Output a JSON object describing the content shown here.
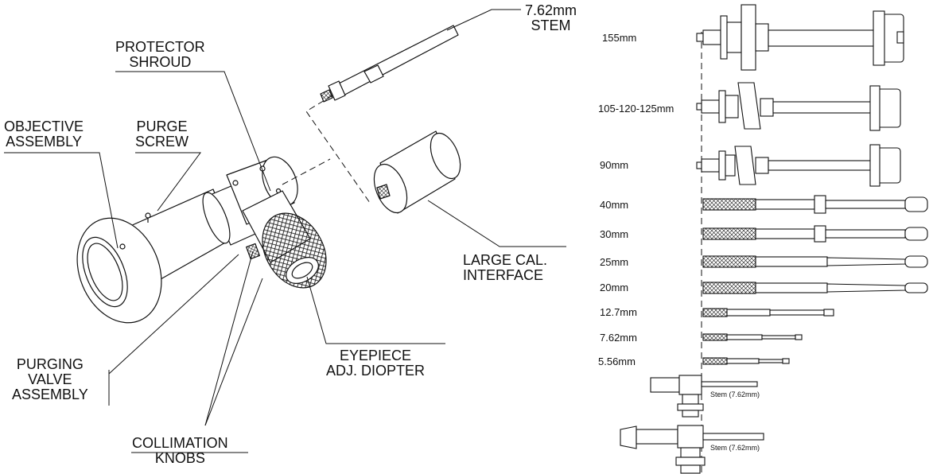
{
  "labels": {
    "stem": [
      "7.62mm",
      "STEM"
    ],
    "protector_shroud": [
      "PROTECTOR",
      "SHROUD"
    ],
    "objective_assembly": [
      "OBJECTIVE",
      "ASSEMBLY"
    ],
    "purge_screw": [
      "PURGE",
      "SCREW"
    ],
    "large_cal_interface": [
      "LARGE CAL.",
      "INTERFACE"
    ],
    "purging_valve_assembly": [
      "PURGING",
      "VALVE",
      "ASSEMBLY"
    ],
    "eyepiece_adj_diopter": [
      "EYEPIECE",
      "ADJ. DIOPTER"
    ],
    "collimation_knobs": [
      "COLLIMATION",
      "KNOBS"
    ]
  },
  "sizes": [
    "155mm",
    "105-120-125mm",
    "90mm",
    "40mm",
    "30mm",
    "25mm",
    "20mm",
    "12.7mm",
    "7.62mm",
    "5.56mm"
  ],
  "stem_notes": [
    "Stem (7.62mm)",
    "Stem (7.62mm)"
  ]
}
